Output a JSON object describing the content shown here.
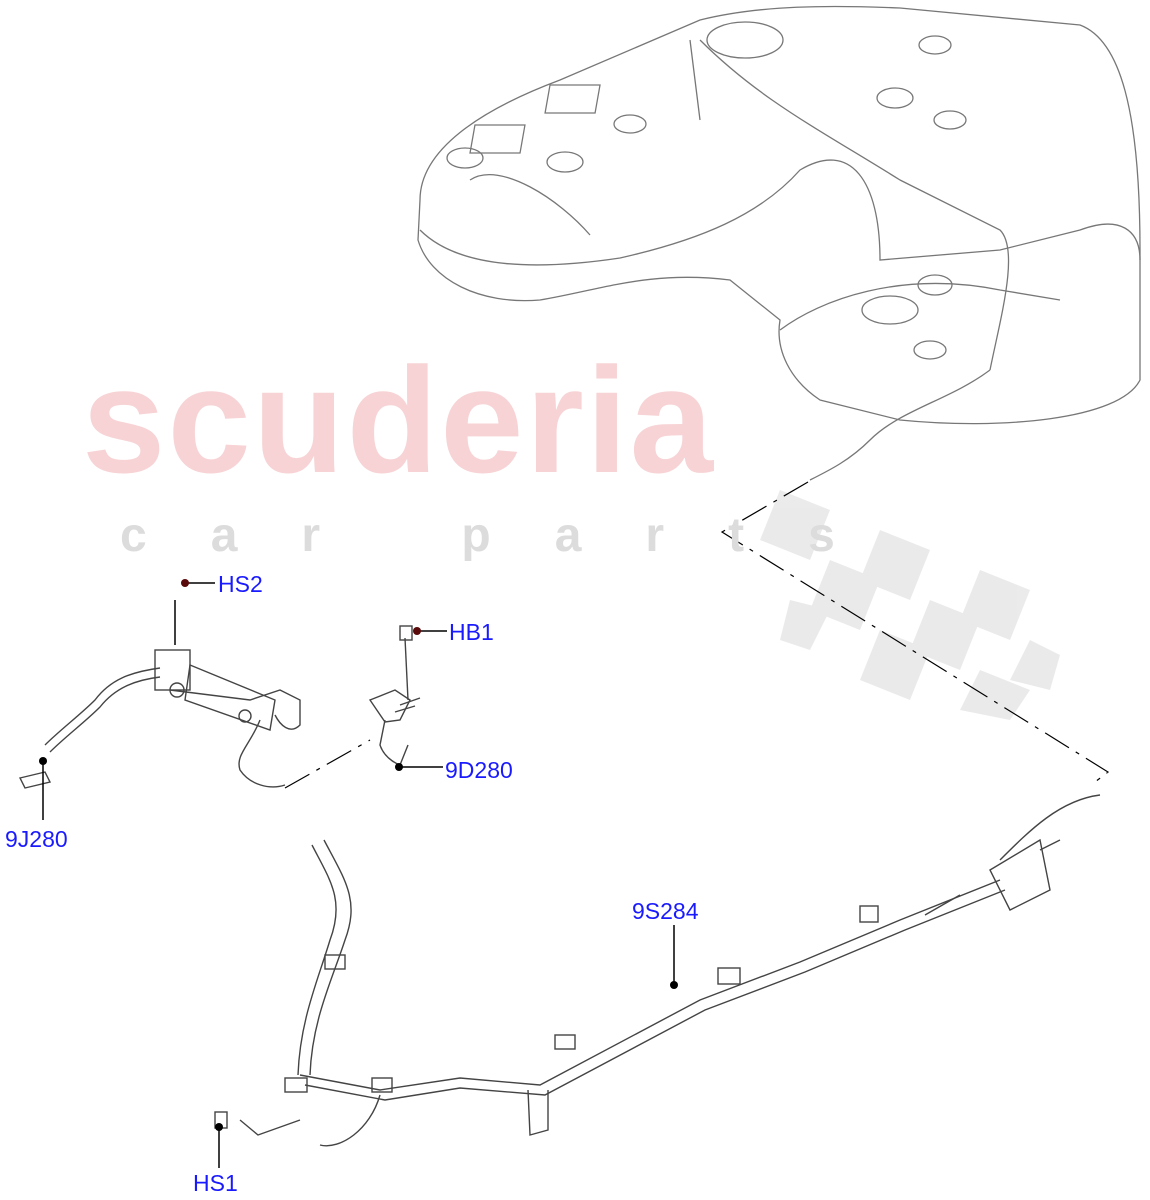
{
  "watermark": {
    "brand": "scuderia",
    "sub": "car parts"
  },
  "callouts": [
    {
      "id": "HS2",
      "label": "HS2"
    },
    {
      "id": "HB1",
      "label": "HB1"
    },
    {
      "id": "9D280",
      "label": "9D280"
    },
    {
      "id": "9J280",
      "label": "9J280"
    },
    {
      "id": "9S284",
      "label": "9S284"
    },
    {
      "id": "HS1",
      "label": "HS1"
    }
  ],
  "colors": {
    "callout_text": "#1a1aff",
    "leader_dot": "#000000",
    "line_art": "#555555",
    "watermark": "#f7c9cc"
  }
}
